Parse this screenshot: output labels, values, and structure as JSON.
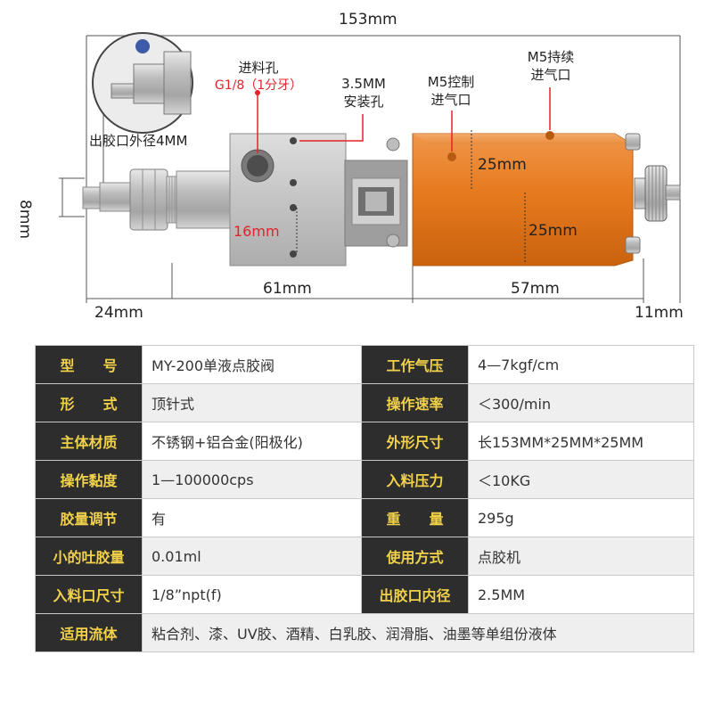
{
  "dimensions": {
    "total_length": "153mm",
    "thread_height": "8mm",
    "front_length": "24mm",
    "middle_length": "61mm",
    "rear_length": "57mm",
    "knob_length": "11mm",
    "upper_height": "25mm",
    "lower_height": "25mm",
    "hole_spacing": "16mm"
  },
  "callouts": {
    "inlet_title": "进料孔",
    "inlet_spec": "G1/8（1分牙）",
    "mount_hole_line1": "3.5MM",
    "mount_hole_line2": "安装孔",
    "control_air_line1": "M5控制",
    "control_air_line2": "进气口",
    "continuous_air_line1": "M5持续",
    "continuous_air_line2": "进气口",
    "outlet_diameter": "出胶口外径4MM"
  },
  "colors": {
    "label_red": "#e0242a",
    "table_key_bg": "#2d2d2d",
    "table_key_text": "#f2d24a",
    "body_orange": "#e67a1e"
  },
  "specs": [
    {
      "k1": "型　　号",
      "v1": "MY-200单液点胶阀",
      "k2": "工作气压",
      "v2": "4—7kgf/cm"
    },
    {
      "k1": "形　　式",
      "v1": "顶针式",
      "k2": "操作速率",
      "v2": "＜300/min"
    },
    {
      "k1": "主体材质",
      "v1": "不锈钢+铝合金(阳极化)",
      "k2": "外形尺寸",
      "v2": "长153MM*25MM*25MM"
    },
    {
      "k1": "操作黏度",
      "v1": "1—100000cps",
      "k2": "入料压力",
      "v2": "＜10KG"
    },
    {
      "k1": "胶量调节",
      "v1": "有",
      "k2": "重　　量",
      "v2": "295g"
    },
    {
      "k1": "小的吐胶量",
      "v1": "0.01ml",
      "k2": "使用方式",
      "v2": "点胶机"
    },
    {
      "k1": "入料口尺寸",
      "v1": "1/8”npt(f)",
      "k2": "出胶口内径",
      "v2": "2.5MM"
    }
  ],
  "fluid": {
    "key": "适用流体",
    "value": "粘合剂、漆、UV胶、酒精、白乳胶、润滑脂、油墨等单组份液体"
  }
}
